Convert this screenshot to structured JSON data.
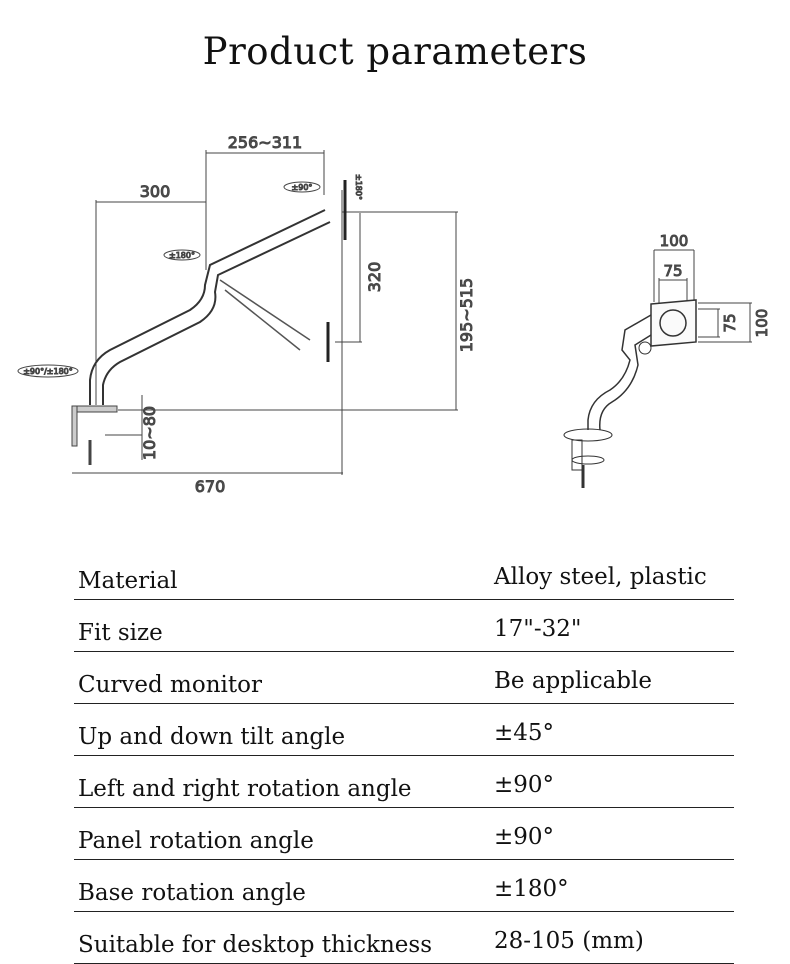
{
  "title": "Product parameters",
  "diagram": {
    "side_view": {
      "dim_256_311": "256~311",
      "dim_300": "300",
      "dim_320": "320",
      "dim_195_515": "195~515",
      "dim_10_80": "10~80",
      "dim_670": "670",
      "rot_head": "±90°",
      "rot_panel": "±180°",
      "rot_elbow": "±180°",
      "rot_base": "±90°/±180°"
    },
    "front_view": {
      "vesa_outer_w": "100",
      "vesa_inner_w": "75",
      "vesa_inner_h": "75",
      "vesa_outer_h": "100"
    }
  },
  "specs": [
    {
      "label": "Material",
      "value": "Alloy steel, plastic"
    },
    {
      "label": "Fit size",
      "value": "17\"-32\""
    },
    {
      "label": "Curved monitor",
      "value": "Be applicable"
    },
    {
      "label": "Up and down tilt angle",
      "value": "±45°"
    },
    {
      "label": "Left and right rotation angle",
      "value": "±90°"
    },
    {
      "label": "Panel rotation angle",
      "value": "±90°"
    },
    {
      "label": "Base rotation angle",
      "value": "±180°"
    },
    {
      "label": "Suitable for desktop thickness",
      "value": "28-105 (mm)"
    }
  ]
}
